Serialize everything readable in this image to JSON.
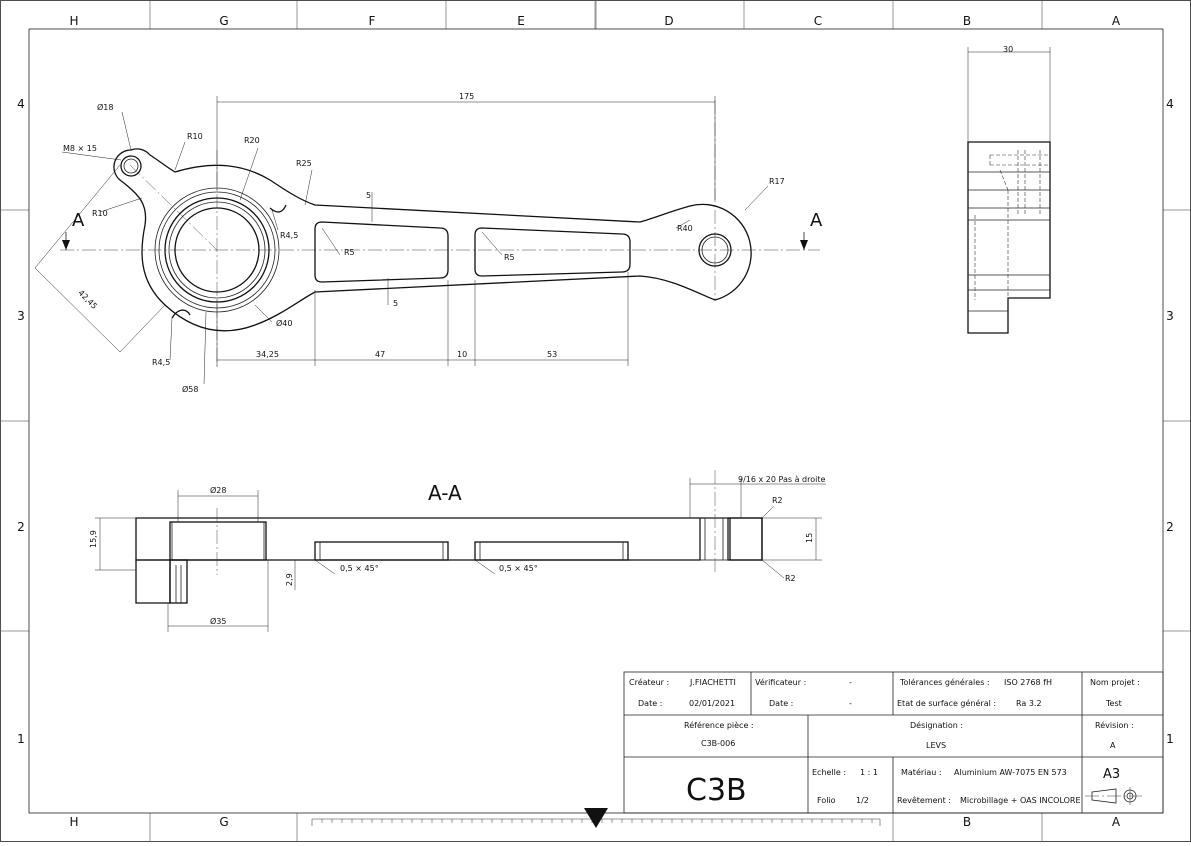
{
  "border": {
    "top_letters": [
      "H",
      "G",
      "F",
      "E",
      "D",
      "C",
      "B",
      "A"
    ],
    "bottom_letters": [
      "H",
      "G",
      "B",
      "A"
    ],
    "row_numbers": [
      "4",
      "3",
      "2",
      "1"
    ]
  },
  "views": {
    "section_title": "A-A",
    "section_marker": "A"
  },
  "dimensions": {
    "top_view": [
      "175",
      "Ø18",
      "M8 × 15",
      "R10",
      "R20",
      "R25",
      "R10",
      "R4,5",
      "R4,5",
      "42,45",
      "Ø58",
      "Ø40",
      "34,25",
      "47",
      "10",
      "53",
      "R5",
      "R5",
      "5",
      "5",
      "R17",
      "R40"
    ],
    "side_view": [
      "30"
    ],
    "section": [
      "Ø28",
      "15,9",
      "2,9",
      "Ø35",
      "0,5 × 45°",
      "0,5 × 45°",
      "9/16 x 20 Pas à droite",
      "R2",
      "R2",
      "15"
    ]
  },
  "title_block": {
    "creator_label": "Créateur :",
    "creator": "J.FIACHETTI",
    "date_label": "Date :",
    "date": "02/01/2021",
    "verifier_label": "Vérificateur :",
    "verifier": "-",
    "verif_date_label": "Date :",
    "verif_date": "-",
    "tol_label": "Tolérances générales :",
    "tol": "ISO 2768 fH",
    "surface_label": "Etat de surface général :",
    "surface": "Ra 3.2",
    "project_label": "Nom projet :",
    "project": "Test",
    "ref_label": "Référence pièce :",
    "ref": "C3B-006",
    "designation_label": "Désignation :",
    "designation": "LEVS",
    "revision_label": "Révision :",
    "revision": "A",
    "logo": "C3B",
    "scale_label": "Echelle :",
    "scale": "1 : 1",
    "material_label": "Matériau :",
    "material": "Aluminium AW-7075 EN 573",
    "format": "A3",
    "folio_label": "Folio",
    "folio": "1/2",
    "coating_label": "Revêtement :",
    "coating": "Microbillage + OAS INCOLORE"
  }
}
